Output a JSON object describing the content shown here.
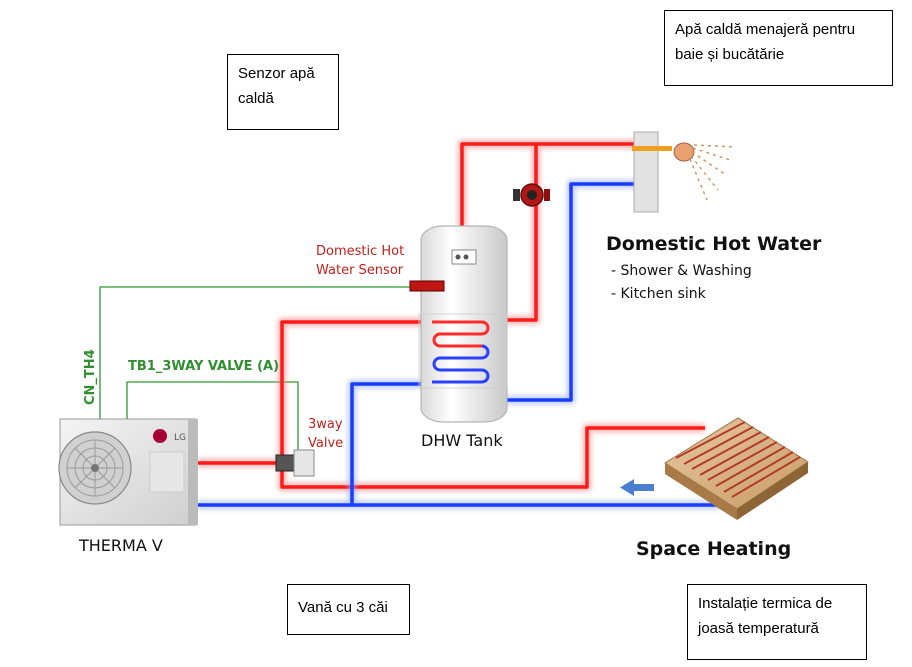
{
  "notes": {
    "dhw_use": "Apă caldă menajeră pentru baie și bucătărie",
    "sensor": "Senzor apă caldă",
    "valve": "Vană cu 3 căi",
    "low_temp": "Instalație termica de joasă temperatură"
  },
  "labels": {
    "dhw_sensor_line1": "Domestic Hot",
    "dhw_sensor_line2": "Water Sensor",
    "cn_th4": "CN_TH4",
    "tb1_valve": "TB1_3WAY VALVE (A)",
    "valve_line1": "3way",
    "valve_line2": "Valve",
    "dhw_tank": "DHW Tank",
    "therma_v": "THERMA V",
    "dhw_title": "Domestic Hot Water",
    "dhw_item1": "-  Shower & Washing",
    "dhw_item2": "-  Kitchen sink",
    "space_heating": "Space Heating",
    "lg_logo": "LG"
  },
  "colors": {
    "hot_pipe": "#ff1a1a",
    "cold_pipe": "#1a3cff",
    "signal_wire": "#2e9a2e",
    "label_red": "#c0221b",
    "label_green": "#2f8f2f"
  }
}
